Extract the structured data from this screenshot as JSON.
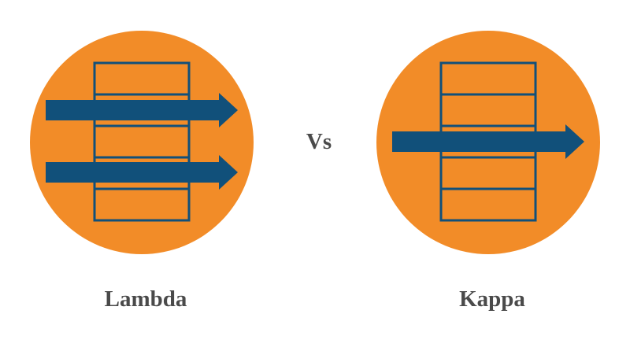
{
  "diagram": {
    "left_label": "Lambda",
    "right_label": "Kappa",
    "separator_label": "Vs",
    "colors": {
      "circle": "#f28c28",
      "stack": "#11507a",
      "arrow": "#11507a",
      "text": "#4a4a4a"
    },
    "left_arrow_count": 2,
    "right_arrow_count": 1
  }
}
